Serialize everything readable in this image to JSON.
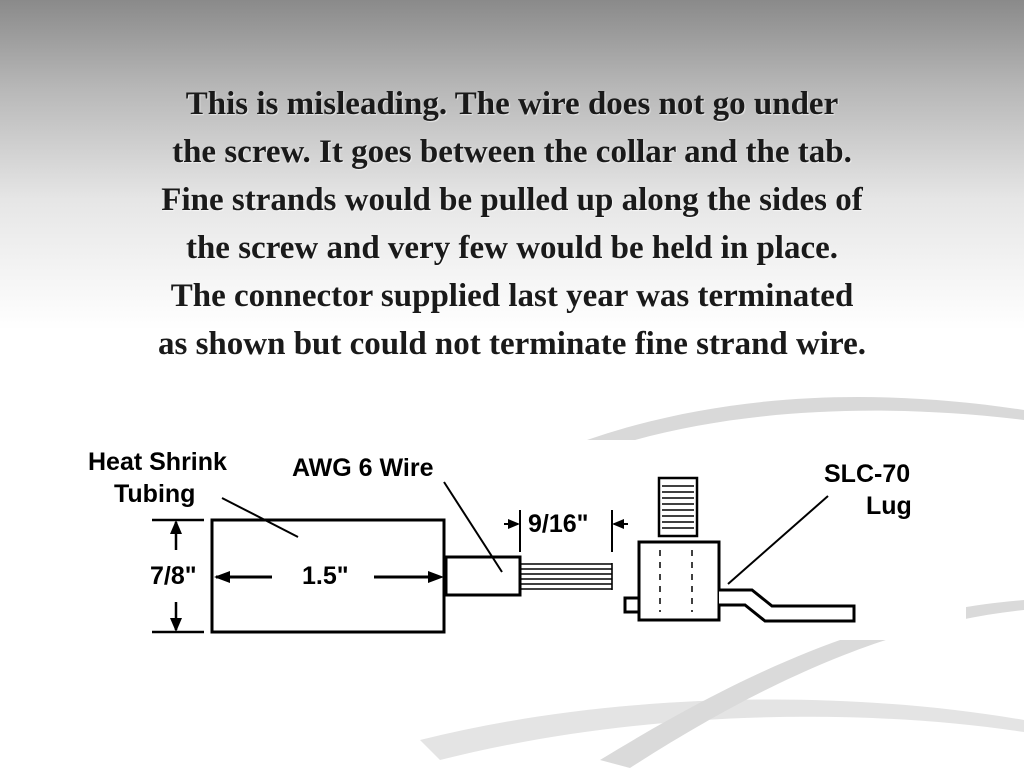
{
  "slide": {
    "lines": [
      "This is misleading.  The wire does not go under",
      "the screw.  It goes between the collar and the tab.",
      "Fine strands would be pulled up along the sides of",
      "the screw and very few would be held in place.",
      "The connector supplied last year was terminated",
      "as shown but could not terminate fine strand wire."
    ]
  },
  "diagram": {
    "labels": {
      "heat_shrink_line1": "Heat Shrink",
      "heat_shrink_line2": "Tubing",
      "awg_wire": "AWG 6 Wire",
      "strip_length": "9/16\"",
      "lug_line1": "SLC-70",
      "lug_line2": "Lug",
      "height_dim": "7/8\"",
      "length_dim": "1.5\""
    }
  }
}
